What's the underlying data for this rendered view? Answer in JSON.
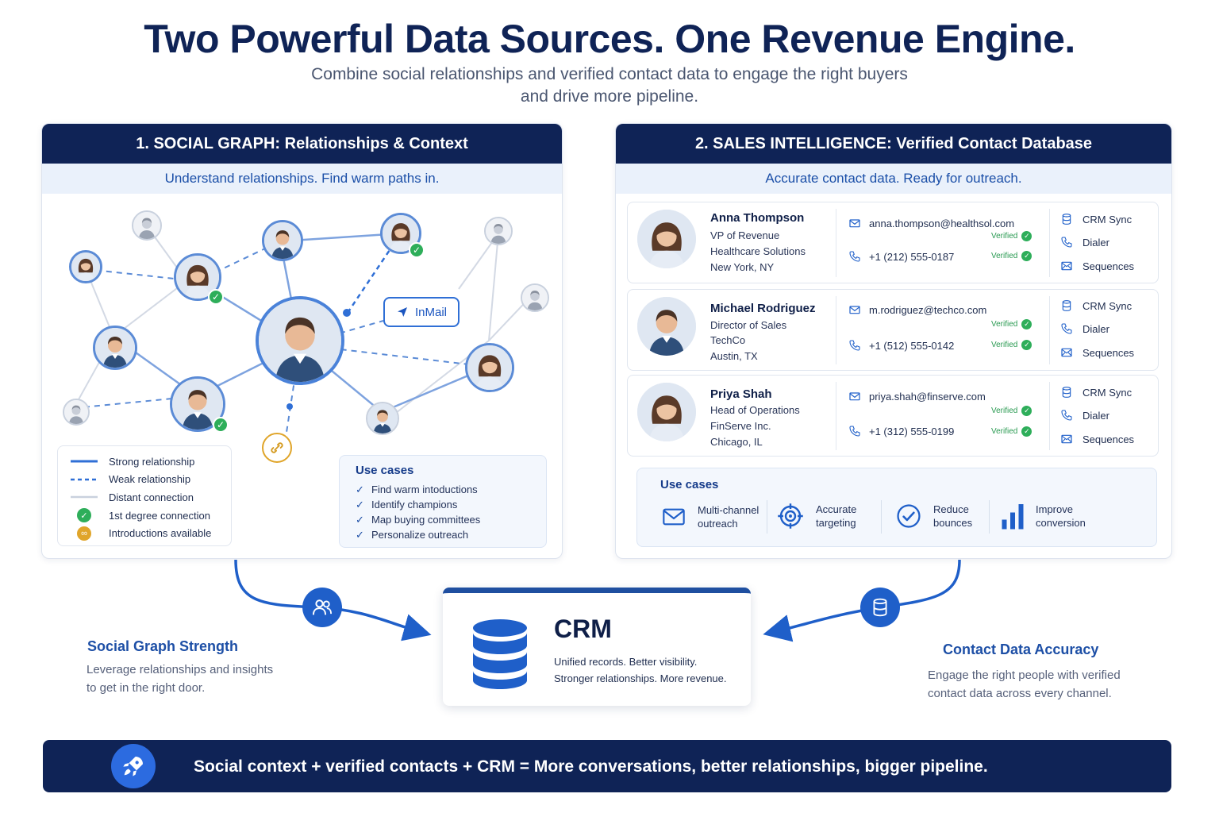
{
  "header": {
    "title": "Two Powerful Data Sources. One Revenue Engine.",
    "subtitle_line1": "Combine social relationships and verified contact data to engage the right buyers",
    "subtitle_line2": "and drive more pipeline."
  },
  "social_panel": {
    "title": "1. SOCIAL GRAPH: Relationships & Context",
    "subtitle": "Understand relationships. Find warm paths in.",
    "inmail_label": "InMail",
    "legend": [
      {
        "label": "Strong relationship",
        "icon": "solid-line"
      },
      {
        "label": "Weak relationship",
        "icon": "dashed-line"
      },
      {
        "label": "Distant connection",
        "icon": "faint-line"
      },
      {
        "label": "1st degree connection",
        "icon": "check-badge-icon"
      },
      {
        "label": "Introductions available",
        "icon": "link-badge-icon"
      }
    ],
    "use_cases_title": "Use cases",
    "use_cases": [
      "Find warm intoductions",
      "Identify champions",
      "Map buying committees",
      "Personalize outreach"
    ]
  },
  "sales_panel": {
    "title": "2. SALES INTELLIGENCE: Verified Contact Database",
    "subtitle": "Accurate contact data. Ready for outreach.",
    "verified_label": "Verified",
    "actions": [
      "CRM Sync",
      "Dialer",
      "Sequences"
    ],
    "contacts": [
      {
        "name": "Anna Thompson",
        "title": "VP of Revenue",
        "company": "Healthcare Solutions",
        "location": "New York, NY",
        "email": "anna.thompson@healthsol.com",
        "phone": "+1 (212) 555-0187"
      },
      {
        "name": "Michael Rodriguez",
        "title": "Director of Sales",
        "company": "TechCo",
        "location": "Austin, TX",
        "email": "m.rodriguez@techco.com",
        "phone": "+1 (512) 555-0142"
      },
      {
        "name": "Priya Shah",
        "title": "Head of Operations",
        "company": "FinServe Inc.",
        "location": "Chicago, IL",
        "email": "priya.shah@finserve.com",
        "phone": "+1 (312) 555-0199"
      }
    ],
    "use_cases_title": "Use cases",
    "use_cases": [
      {
        "line1": "Multi-channel",
        "line2": "outreach",
        "icon": "envelope-icon"
      },
      {
        "line1": "Accurate",
        "line2": "targeting",
        "icon": "target-icon"
      },
      {
        "line1": "Reduce",
        "line2": "bounces",
        "icon": "check-circle-icon"
      },
      {
        "line1": "Improve",
        "line2": "conversion",
        "icon": "bar-chart-icon"
      }
    ]
  },
  "crm": {
    "title": "CRM",
    "desc_line1": "Unified records. Better visibility.",
    "desc_line2": "Stronger relationships. More revenue."
  },
  "left_note": {
    "title": "Social Graph Strength",
    "line1": "Leverage relationships and insights",
    "line2": "to get in the right door."
  },
  "right_note": {
    "title": "Contact Data Accuracy",
    "line1": "Engage the right people with verified",
    "line2": "contact data across every channel."
  },
  "banner": {
    "text": "Social context + verified contacts + CRM = More conversations, better relationships, bigger pipeline."
  },
  "colors": {
    "navy": "#0f2356",
    "accent_blue": "#1f5fc9",
    "verified_green": "#2eae5a",
    "intro_gold": "#e0a52a"
  }
}
